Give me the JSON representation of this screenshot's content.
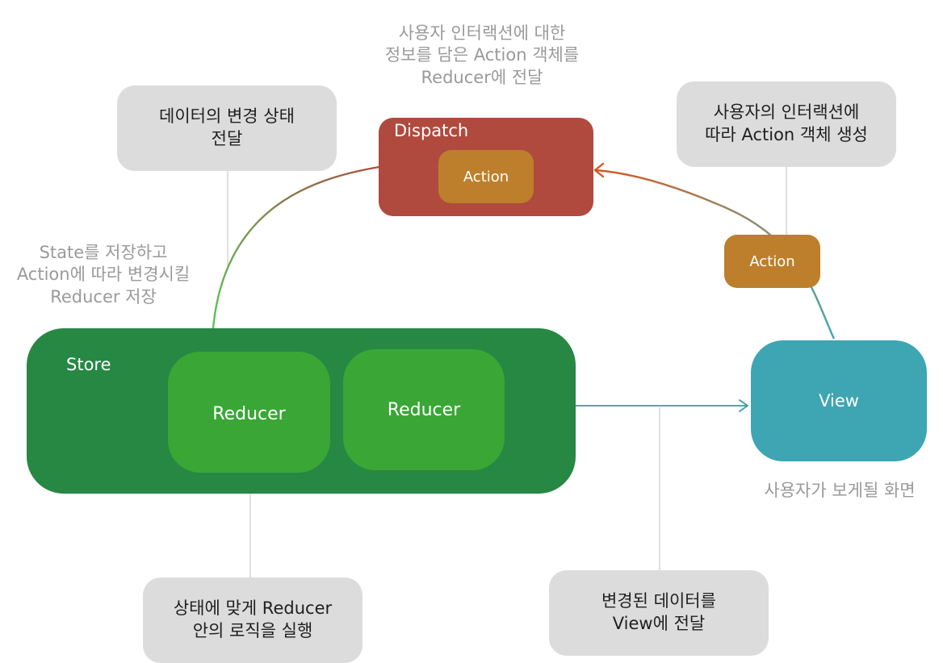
{
  "diagram": {
    "dispatch": {
      "title": "Dispatch",
      "action_label": "Action"
    },
    "side_action_label": "Action",
    "store": {
      "title": "Store",
      "reducers": [
        "Reducer",
        "Reducer"
      ]
    },
    "view": {
      "label": "View"
    },
    "notes": {
      "top_left": "데이터의 변경 상태\n전달",
      "top_right": "사용자의 인터랙션에\n따라 Action 객체 생성",
      "bottom_left": "상태에 맞게 Reducer\n안의 로직을 실행",
      "bottom_right": "변경된 데이터를\nView에 전달"
    },
    "captions": {
      "dispatch": "사용자 인터랙션에 대한\n정보를 담은 Action 객체를\nReducer에 전달",
      "store": "State를  저장하고\nAction에 따라 변경시킬\nReducer 저장",
      "view": "사용자가 보게될 화면"
    },
    "colors": {
      "dispatch": "#b04a3e",
      "action": "#bd7f2c",
      "store": "#278843",
      "reducer": "#3aa636",
      "view": "#3ea5b3",
      "note": "#dcdcdc",
      "caption": "#9a9a9a"
    }
  }
}
